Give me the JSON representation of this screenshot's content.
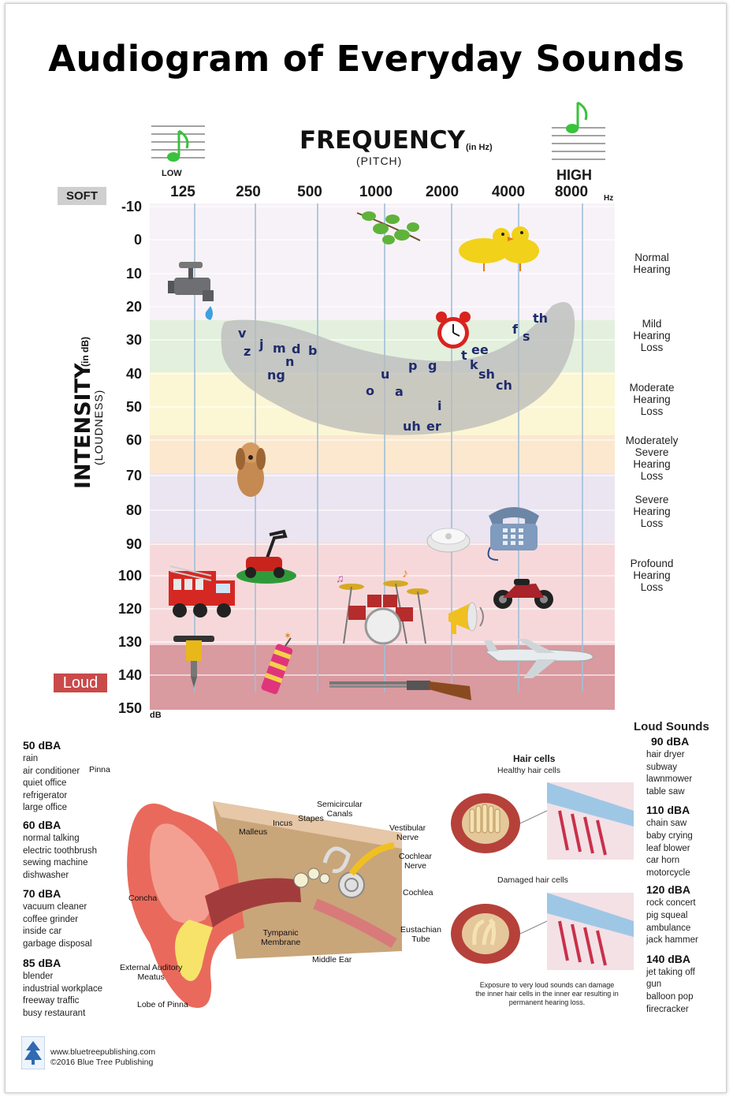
{
  "title": "Audiogram of Everyday Sounds",
  "frequency": {
    "label": "FREQUENCY",
    "unit": "(in Hz)",
    "sub": "(PITCH)",
    "low": "LOW",
    "high": "HIGH",
    "hz": "Hz",
    "ticks": [
      "125",
      "250",
      "500",
      "1000",
      "2000",
      "4000",
      "8000"
    ]
  },
  "intensity": {
    "label": "INTENSITY",
    "unit": "(in dB)",
    "sub": "(LOUDNESS)",
    "soft": "SOFT",
    "loud": "Loud",
    "db": "dB",
    "ticks": [
      "-10",
      "0",
      "10",
      "20",
      "30",
      "40",
      "50",
      "60",
      "70",
      "80",
      "90",
      "100",
      "120",
      "130",
      "140",
      "150"
    ]
  },
  "zones": [
    {
      "lines": [
        "Normal",
        "Hearing"
      ],
      "color": "#f7f2f7"
    },
    {
      "lines": [
        "Mild",
        "Hearing",
        "Loss"
      ],
      "color": "#e3f0de"
    },
    {
      "lines": [
        "Moderate",
        "Hearing",
        "Loss"
      ],
      "color": "#fbf6d4"
    },
    {
      "lines": [
        "Moderately",
        "Severe",
        "Hearing",
        "Loss"
      ],
      "color": "#fbe8cf"
    },
    {
      "lines": [
        "Severe",
        "Hearing",
        "Loss"
      ],
      "color": "#ebe4f1"
    },
    {
      "lines": [
        "Profound",
        "Hearing",
        "Loss"
      ],
      "color": "#f7d8da"
    }
  ],
  "speech_sounds": [
    "v",
    "z",
    "j",
    "m",
    "d",
    "b",
    "n",
    "ng",
    "o",
    "u",
    "a",
    "p",
    "g",
    "t",
    "ee",
    "k",
    "sh",
    "ch",
    "f",
    "s",
    "th",
    "i",
    "uh",
    "er"
  ],
  "icons": [
    "leaves-icon",
    "birds-icon",
    "faucet-icon",
    "alarm-clock-icon",
    "dog-icon",
    "lawnmower-icon",
    "smoke-detector-icon",
    "telephone-icon",
    "fire-truck-icon",
    "drum-kit-icon",
    "motorcycle-icon",
    "megaphone-icon",
    "jackhammer-icon",
    "firecracker-icon",
    "airplane-icon",
    "shotgun-icon"
  ],
  "lists_left": [
    {
      "heading": "50 dBA",
      "items": [
        "rain",
        "air conditioner",
        "quiet office",
        "refrigerator",
        "large office"
      ]
    },
    {
      "heading": "60 dBA",
      "items": [
        "normal talking",
        "electric toothbrush",
        "sewing machine",
        "dishwasher"
      ]
    },
    {
      "heading": "70 dBA",
      "items": [
        "vacuum cleaner",
        "coffee grinder",
        "inside car",
        "garbage disposal"
      ]
    },
    {
      "heading": "85 dBA",
      "items": [
        "blender",
        "industrial workplace",
        "freeway traffic",
        "busy restaurant"
      ]
    }
  ],
  "lists_right_title": "Loud Sounds",
  "lists_right": [
    {
      "heading": "90 dBA",
      "items": [
        "hair dryer",
        "subway",
        "lawnmower",
        "table saw"
      ]
    },
    {
      "heading": "110 dBA",
      "items": [
        "chain saw",
        "baby crying",
        "leaf blower",
        "car horn",
        "motorcycle"
      ]
    },
    {
      "heading": "120 dBA",
      "items": [
        "rock concert",
        "pig squeal",
        "ambulance",
        "jack hammer"
      ]
    },
    {
      "heading": "140 dBA",
      "items": [
        "jet taking off",
        "gun",
        "balloon pop",
        "firecracker"
      ]
    }
  ],
  "ear_labels": {
    "pinna": "Pinna",
    "malleus": "Malleus",
    "incus": "Incus",
    "stapes": "Stapes",
    "semicircular": "Semicircular",
    "canals": "Canals",
    "vestibular": "Vestibular",
    "nerve": "Nerve",
    "cochlear": "Cochlear",
    "nerve2": "Nerve",
    "cochlea": "Cochlea",
    "concha": "Concha",
    "tympanic": "Tympanic",
    "membrane": "Membrane",
    "eustachian": "Eustachian",
    "tube": "Tube",
    "middle_ear": "Middle Ear",
    "external": "External Auditory",
    "meatus": "Meatus",
    "lobe": "Lobe of Pinna"
  },
  "hair_cells": {
    "title": "Hair cells",
    "healthy": "Healthy hair cells",
    "damaged": "Damaged hair cells",
    "note": "Exposure to very loud sounds can damage the inner hair cells in the inner ear resulting in permanent hearing loss."
  },
  "footer": {
    "url": "www.bluetreepublishing.com",
    "copyright": "©2016 Blue Tree Publishing"
  },
  "colors": {
    "title": "#000000",
    "speech_letters": "#1f2b6d",
    "speech_banana": "#b9b9b9",
    "loud_badge": "#c94a4a",
    "soft_badge": "#cfcfcf",
    "grid_line": "#9fbfd8",
    "note_green": "#39c23b"
  }
}
